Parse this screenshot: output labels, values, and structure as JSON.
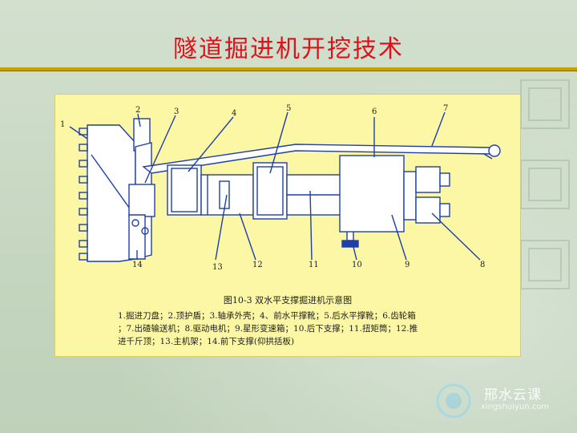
{
  "slide": {
    "title": "隧道掘进机开挖技术"
  },
  "figure": {
    "caption": "图10-3  双水平支撑掘进机示意图",
    "part_numbers": [
      "1",
      "2",
      "3",
      "4",
      "5",
      "6",
      "7",
      "8",
      "9",
      "10",
      "11",
      "12",
      "13",
      "14"
    ],
    "legend_lines": [
      "1.掘进刀盘；2.顶护盾；3.轴承外壳；4、前水平撑靴；5.后水平撑靴；6.齿轮箱",
      "；7.出碴输送机；8.驱动电机；9.星形变速箱；10.后下支撑；11.扭矩筒；12.推",
      "进千斤顶；13.主机架；14.前下支撑(仰拱括板)"
    ]
  },
  "watermark": {
    "text": "邢水云课",
    "url": "xingshuiyun.com"
  },
  "colors": {
    "title": "#e0101a",
    "rule": "#c8a200",
    "panel": "#fbf7a5",
    "line": "#1f3fa8"
  }
}
